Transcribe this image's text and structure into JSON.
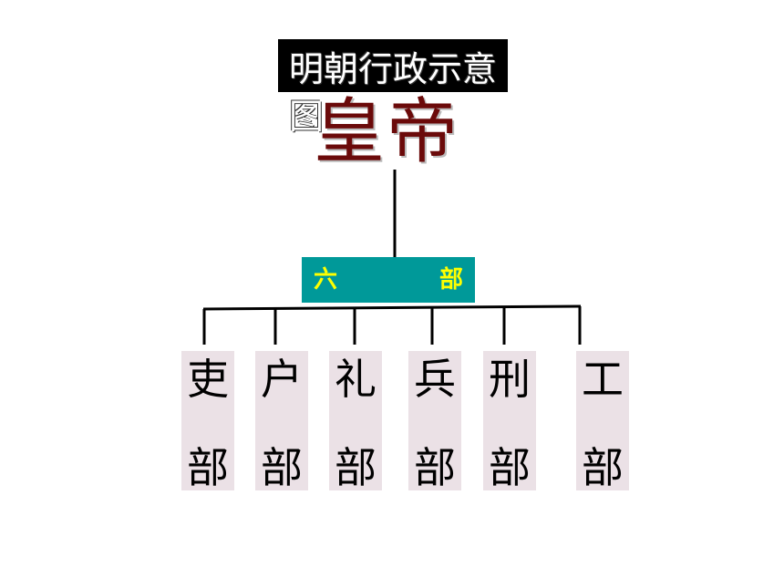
{
  "title": "明朝行政示意图",
  "emperor": "皇帝",
  "liubu": {
    "char1": "六",
    "char2": "部"
  },
  "departments": [
    {
      "top": "吏",
      "bottom": "部"
    },
    {
      "top": "户",
      "bottom": "部"
    },
    {
      "top": "礼",
      "bottom": "部"
    },
    {
      "top": "兵",
      "bottom": "部"
    },
    {
      "top": "刑",
      "bottom": "部"
    },
    {
      "top": "工",
      "bottom": "部"
    }
  ],
  "colors": {
    "title_bg": "#000000",
    "emperor_text": "#6b0a0a",
    "liubu_bg": "#009999",
    "liubu_text": "#ffff00",
    "dept_bg": "#ebe1e6"
  }
}
